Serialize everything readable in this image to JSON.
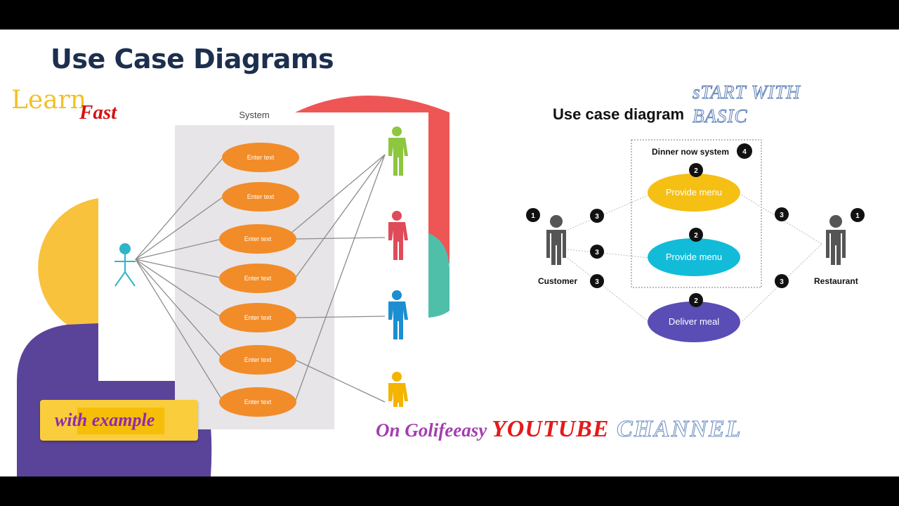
{
  "title": "Use Case Diagrams",
  "branding": {
    "learn": "Learn",
    "fast": "Fast"
  },
  "left_diagram": {
    "system_label": "System",
    "use_cases": [
      "Enter text",
      "Enter text",
      "Enter text",
      "Enter text",
      "Enter text",
      "Enter text",
      "Enter text"
    ]
  },
  "example_badge": "with example",
  "right_diagram": {
    "title": "Use case diagram",
    "system_label": "Dinner now system",
    "use_cases": [
      "Provide menu",
      "Provide menu",
      "Deliver meal"
    ],
    "actors": [
      "Customer",
      "Restaurant"
    ],
    "badges": {
      "customer": "1",
      "restaurant": "1",
      "system": "4",
      "uc1": "2",
      "uc2": "2",
      "uc3": "2",
      "l1": "3",
      "l2": "3",
      "l3": "3",
      "r1": "3",
      "r2": "3"
    }
  },
  "tagline": "sTART WITH BASIC",
  "channel": {
    "part1": "On Golifeeasy ",
    "part2": "YOUTUBE",
    "part3": " CHANNEL"
  },
  "colors": {
    "navy": "#1c2f4e",
    "orange": "#f28c28",
    "yellow": "#f9c23c",
    "purple": "#5a449a",
    "red": "#ee5656",
    "teal": "#4fbfaa",
    "green": "#8dc63f",
    "blue": "#1b8fd1",
    "cyan": "#12bcd8",
    "violet": "#5a4db5"
  }
}
